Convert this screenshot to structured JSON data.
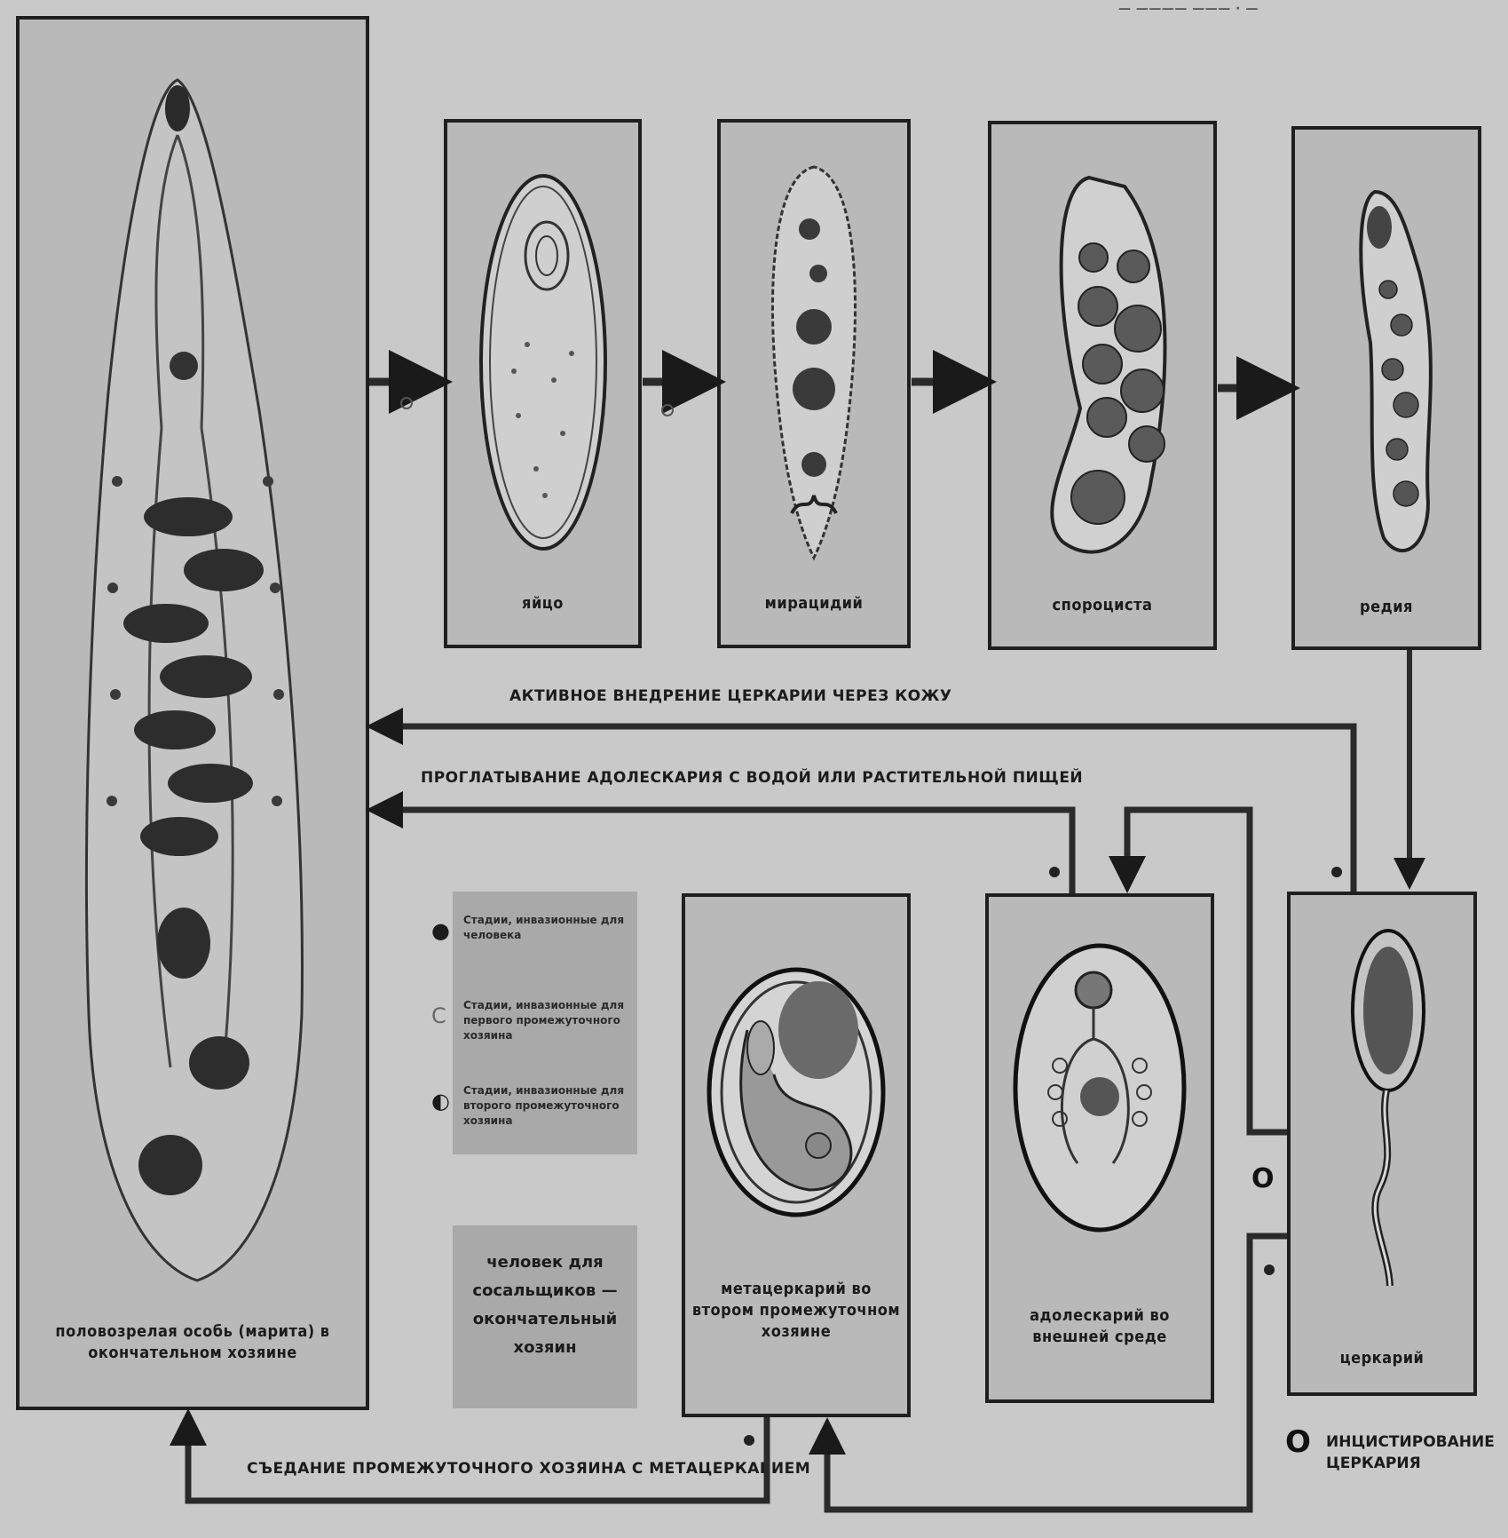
{
  "header_fragment": "— ———— ——— · —",
  "adult": {
    "label": "половозрелая особь (марита) в окончательном хозяине"
  },
  "stages": [
    {
      "key": "egg",
      "label": "яйцо"
    },
    {
      "key": "miracidium",
      "label": "мирацидий"
    },
    {
      "key": "sporocyst",
      "label": "спороциста"
    },
    {
      "key": "redia",
      "label": "редия"
    },
    {
      "key": "cercaria",
      "label": "церкарий"
    },
    {
      "key": "adolescaria",
      "label": "адолескарий во внешней среде"
    },
    {
      "key": "metacercaria",
      "label": "метацеркарий во втором промежуточном хозяине"
    }
  ],
  "routes": {
    "skin": "АКТИВНОЕ ВНЕДРЕНИЕ ЦЕРКАРИИ ЧЕРЕЗ КОЖУ",
    "swallow": "ПРОГЛАТЫВАНИЕ АДОЛЕСКАРИЯ С ВОДОЙ ИЛИ РАСТИТЕЛЬНОЙ ПИЩЕЙ",
    "eat": "СЪЕДАНИЕ ПРОМЕЖУТОЧНОГО ХОЗЯИНА С МЕТАЦЕРКАРИЕМ"
  },
  "legend": [
    {
      "symbol": "●",
      "text": "Стадии, инвазионные для человека"
    },
    {
      "symbol": "C",
      "text": "Стадии, инвазионные для первого промежуточного хозяина"
    },
    {
      "symbol": "◐",
      "text": "Стадии, инвазионные для второго промежуточного хозяина"
    }
  ],
  "host_note": "человек для сосальщиков — окончательный хозяин",
  "infection_note": {
    "symbol": "O",
    "text": "ИНЦИСТИРОВАНИЕ ЦЕРКАРИЯ"
  }
}
